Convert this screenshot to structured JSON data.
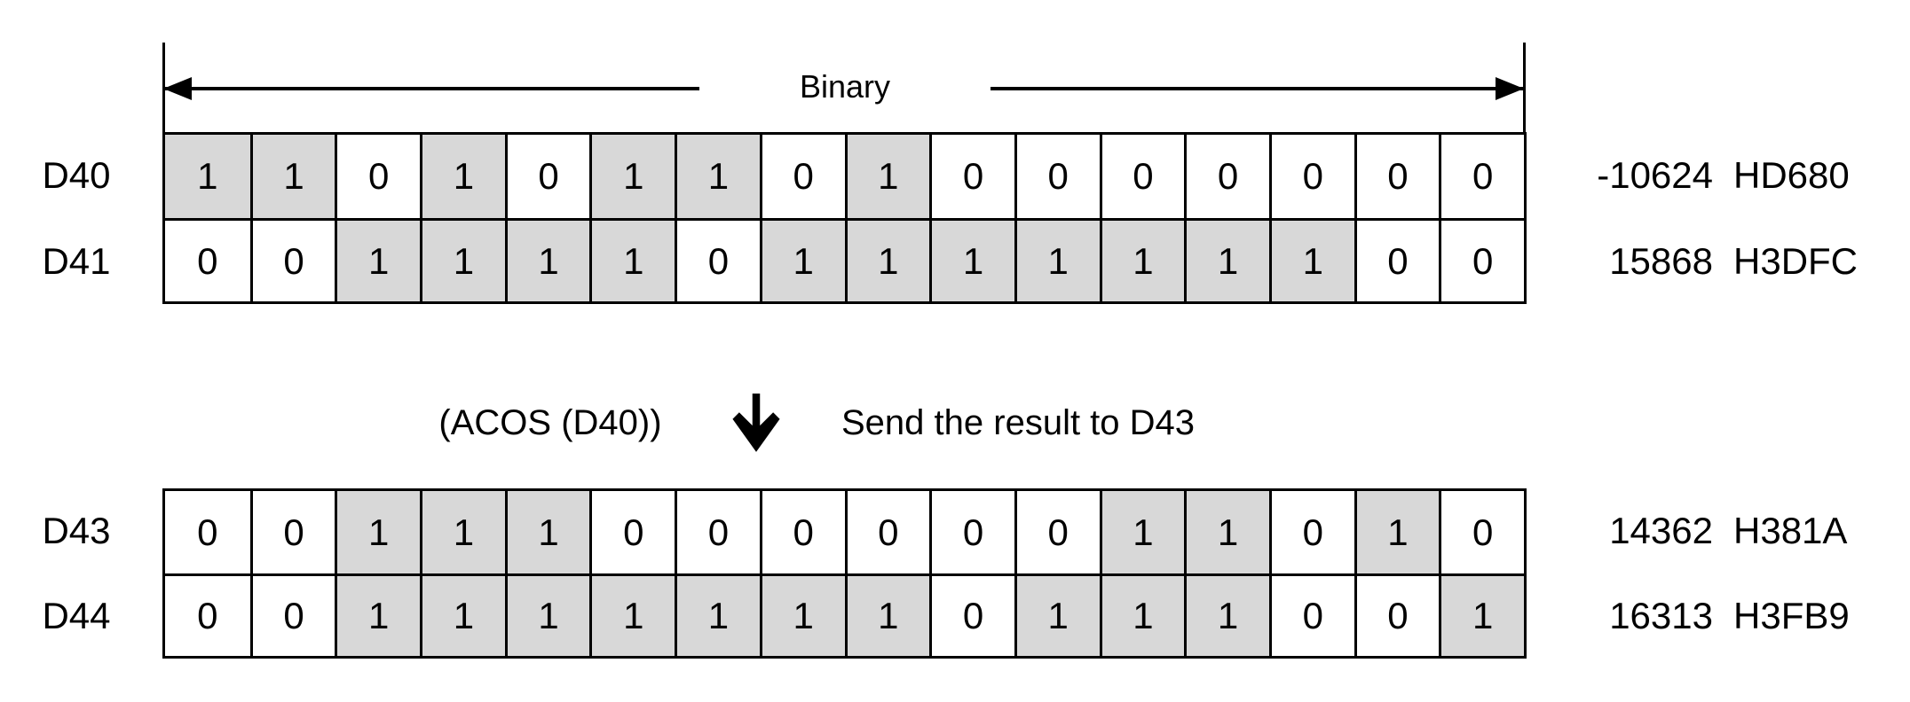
{
  "span_label": "Binary",
  "colors": {
    "bit_on": "#d8d8d8",
    "bit_off": "#ffffff",
    "line": "#000000"
  },
  "operation": {
    "expression": "(ACOS (D40))",
    "arrow_icon": "down-arrow",
    "description": "Send the result to D43"
  },
  "tables": [
    {
      "rows": [
        {
          "register": "D40",
          "bits": [
            1,
            1,
            0,
            1,
            0,
            1,
            1,
            0,
            1,
            0,
            0,
            0,
            0,
            0,
            0,
            0
          ],
          "decimal": "-10624",
          "hex": "HD680"
        },
        {
          "register": "D41",
          "bits": [
            0,
            0,
            1,
            1,
            1,
            1,
            0,
            1,
            1,
            1,
            1,
            1,
            1,
            1,
            0,
            0
          ],
          "decimal": "15868",
          "hex": "H3DFC"
        }
      ]
    },
    {
      "rows": [
        {
          "register": "D43",
          "bits": [
            0,
            0,
            1,
            1,
            1,
            0,
            0,
            0,
            0,
            0,
            0,
            1,
            1,
            0,
            1,
            0
          ],
          "decimal": "14362",
          "hex": "H381A"
        },
        {
          "register": "D44",
          "bits": [
            0,
            0,
            1,
            1,
            1,
            1,
            1,
            1,
            1,
            0,
            1,
            1,
            1,
            0,
            0,
            1
          ],
          "decimal": "16313",
          "hex": "H3FB9"
        }
      ]
    }
  ]
}
